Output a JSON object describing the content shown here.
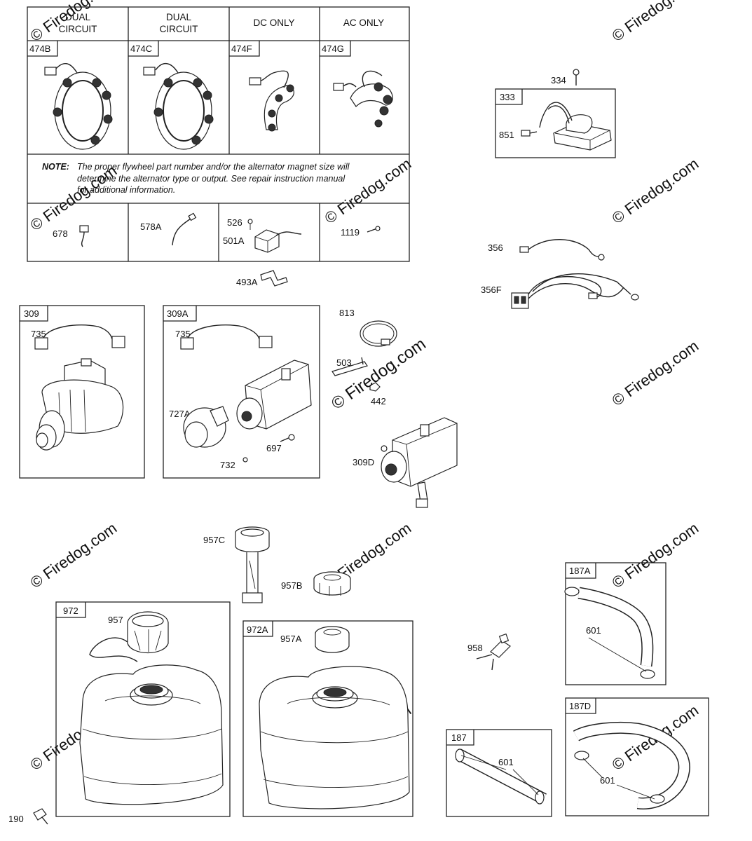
{
  "alternator_table": {
    "headers": [
      {
        "line1": "DUAL",
        "line2": "CIRCUIT"
      },
      {
        "line1": "DUAL",
        "line2": "CIRCUIT"
      },
      {
        "line1": "DC ONLY",
        "line2": ""
      },
      {
        "line1": "AC ONLY",
        "line2": ""
      }
    ],
    "part_numbers": [
      "474B",
      "474C",
      "474F",
      "474G"
    ],
    "note_label": "NOTE:",
    "note_lines": [
      "The proper flywheel part number and/or the alternator magnet size will",
      "determine the alternator type or output. See repair instruction manual",
      "for additional information."
    ],
    "bottom_parts": [
      "678",
      "578A",
      "526",
      "501A",
      "1119"
    ]
  },
  "callouts": {
    "p493A": "493A",
    "p334": "334",
    "p333": "333",
    "p851": "851",
    "p356": "356",
    "p356F": "356F",
    "p309": "309",
    "p735a": "735",
    "p309A": "309A",
    "p735b": "735",
    "p727A": "727A",
    "p697": "697",
    "p732": "732",
    "p813": "813",
    "p503": "503",
    "p442": "442",
    "p309D": "309D",
    "p957C": "957C",
    "p957B": "957B",
    "p972": "972",
    "p957": "957",
    "p972A": "972A",
    "p957A": "957A",
    "p958": "958",
    "p187A": "187A",
    "p601a": "601",
    "p187D": "187D",
    "p601b": "601",
    "p187": "187",
    "p601c": "601",
    "p190": "190"
  },
  "watermark": {
    "text": "© Firedog.com"
  }
}
